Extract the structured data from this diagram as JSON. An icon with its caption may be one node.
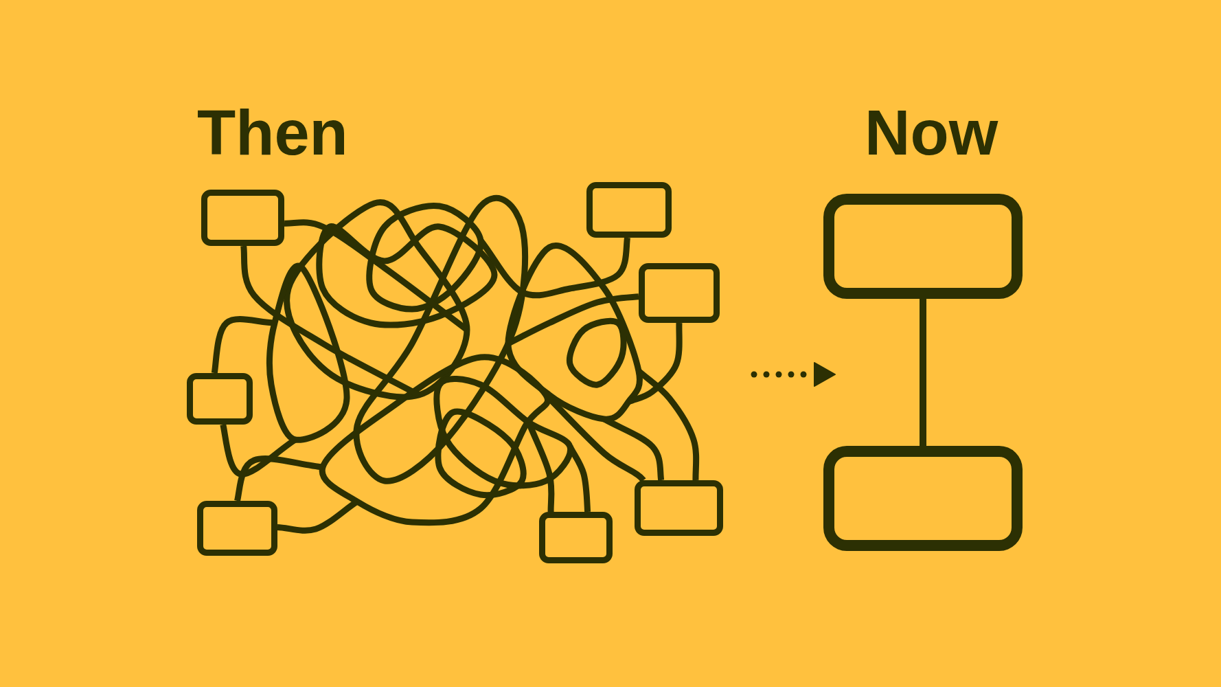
{
  "diagram": {
    "nodes": [
      {
        "text": [],
        "shape": "box"
      },
      {
        "text": [],
        "shape": "box"
      },
      {
        "text": [],
        "shape": "box"
      },
      {
        "text": [],
        "shape": "box"
      },
      {
        "text": [],
        "shape": "box"
      },
      {
        "text": [],
        "shape": "box"
      },
      {
        "text": [],
        "shape": "box"
      },
      {
        "text": [],
        "shape": "box"
      },
      {
        "text": [],
        "shape": "box"
      }
    ],
    "edges": [
      {
        "from": 0,
        "to": null,
        "arrow": "none"
      },
      {
        "from": 0,
        "to": null,
        "arrow": "none"
      },
      {
        "from": 1,
        "to": null,
        "arrow": "none"
      },
      {
        "from": 2,
        "to": null,
        "arrow": "none"
      },
      {
        "from": 2,
        "to": null,
        "arrow": "none"
      },
      {
        "from": 3,
        "to": null,
        "arrow": "none"
      },
      {
        "from": 3,
        "to": null,
        "arrow": "none"
      },
      {
        "from": 4,
        "to": null,
        "arrow": "none"
      },
      {
        "from": 4,
        "to": null,
        "arrow": "none"
      },
      {
        "from": 5,
        "to": null,
        "arrow": "none"
      },
      {
        "from": 5,
        "to": null,
        "arrow": "none"
      },
      {
        "from": 6,
        "to": null,
        "arrow": "none"
      },
      {
        "from": 6,
        "to": null,
        "arrow": "none"
      },
      {
        "from": 6,
        "to": null,
        "arrow": "none"
      },
      {
        "from": 7,
        "to": 8,
        "arrow": "none"
      }
    ],
    "labels": [
      "Then",
      "Now"
    ]
  }
}
